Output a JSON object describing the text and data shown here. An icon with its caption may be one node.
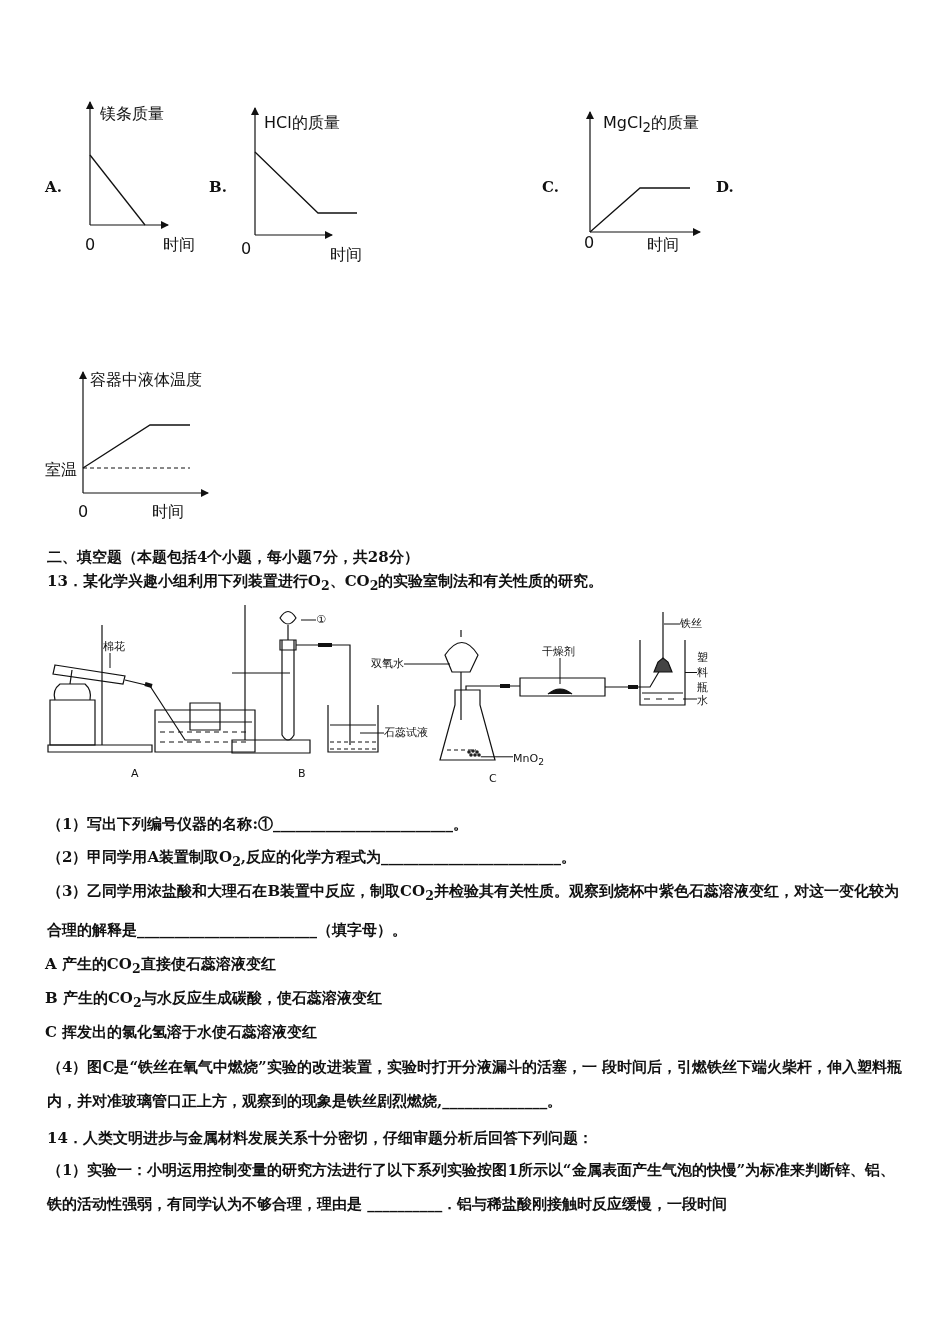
{
  "diagram": {
    "nodes": [
      {
        "text": [
          "棉花"
        ]
      },
      {
        "text": [
          "①"
        ]
      },
      {
        "text": [
          "石蕊试液"
        ]
      },
      {
        "text": [
          "双氧水"
        ]
      },
      {
        "text": [
          "干燥剂"
        ]
      },
      {
        "text": [
          "MnO$_{2}$"
        ]
      },
      {
        "text": [
          "铁丝"
        ]
      },
      {
        "text": [
          "塑料瓶"
        ]
      },
      {
        "text": [
          "水"
        ]
      },
      {
        "text": [],
        "shape": "picture"
      },
      {
        "text": [],
        "shape": "picture"
      },
      {
        "text": [],
        "shape": "picture",
        "in": 10
      }
    ],
    "edges": [
      {
        "from": 0,
        "to": null,
        "arrow": "none"
      },
      {
        "from": 1,
        "to": null,
        "arrow": "none"
      },
      {
        "from": 2,
        "to": null,
        "arrow": "none"
      },
      {
        "from": 3,
        "to": null,
        "arrow": "none"
      },
      {
        "from": 4,
        "to": null,
        "arrow": "none"
      },
      {
        "from": 5,
        "to": 9,
        "arrow": "none"
      },
      {
        "from": 6,
        "to": null,
        "arrow": "none"
      },
      {
        "from": 7,
        "to": 10,
        "arrow": "none"
      },
      {
        "from": 8,
        "to": 11,
        "arrow": "none"
      }
    ],
    "labels": [
      "镁条质量",
      "A.",
      "HCl的质量",
      "B.",
      "MgCl$_{2}$的质量",
      "C.",
      "D.",
      "0",
      "时间",
      "0",
      "时间",
      "0",
      "时间",
      "容器中液体温度",
      "室温",
      "0",
      "时间",
      "二、填空题（本题包括4个小题，每小题7分，共28分）",
      "13．某化学兴趣小组利用下列装置进行O$_{2}$、CO$_{2}$的实验室制法和有关性质的研究。",
      "A",
      "B",
      "C",
      "（1）写出下列编号仪器的名称:①________________________。",
      "（2）甲同学用A装置制取O$_{2}$,反应的化学方程式为________________________。",
      "（3）乙同学用浓盐酸和大理石在B装置中反应，制取CO$_{2}$并检验其有关性质。观察到烧杯中紫色石蕊溶液变红，对这一变化较为合理的解释是________________________（填字母）。",
      "A 产生的CO$_{2}$直接使石蕊溶液变红",
      "B 产生的CO$_{2}$与水反应生成碳酸，使石蕊溶液变红",
      "C 挥发出的氯化氢溶于水使石蕊溶液变红",
      "（4）图C是“铁丝在氧气中燃烧”实验的改进装置，实验时打开分液漏斗的活塞，一 段时间后，引燃铁丝下端火柴杆，伸入塑料瓶内，并对准玻璃管口正上方，观察到的现象是铁丝剧烈燃烧,______________。",
      "14．人类文明进步与金属材料发展关系十分密切，仔细审题分析后回答下列问题：",
      "（1）实验一：小明运用控制变量的研究方法进行了以下系列实验按图1所示以“金属表面产生气泡的快慢”为标准来判断锌、铝、铁的活动性强弱，有同学认为不够合理，理由是 __________．铝与稀盐酸刚接触时反应缓慢，一段时间"
    ]
  }
}
